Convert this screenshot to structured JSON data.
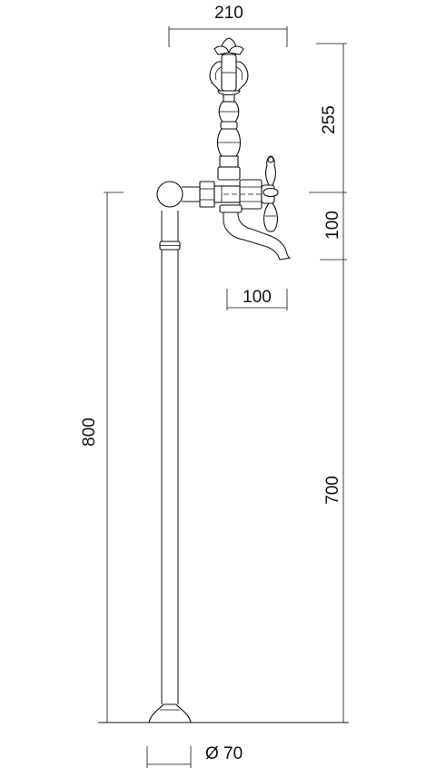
{
  "drawing": {
    "dims": {
      "top_width": "210",
      "head_height": "255",
      "spout_height": "100",
      "spout_reach": "100",
      "total_height": "800",
      "lower_height": "700",
      "base_diameter": "Ø 70"
    }
  }
}
